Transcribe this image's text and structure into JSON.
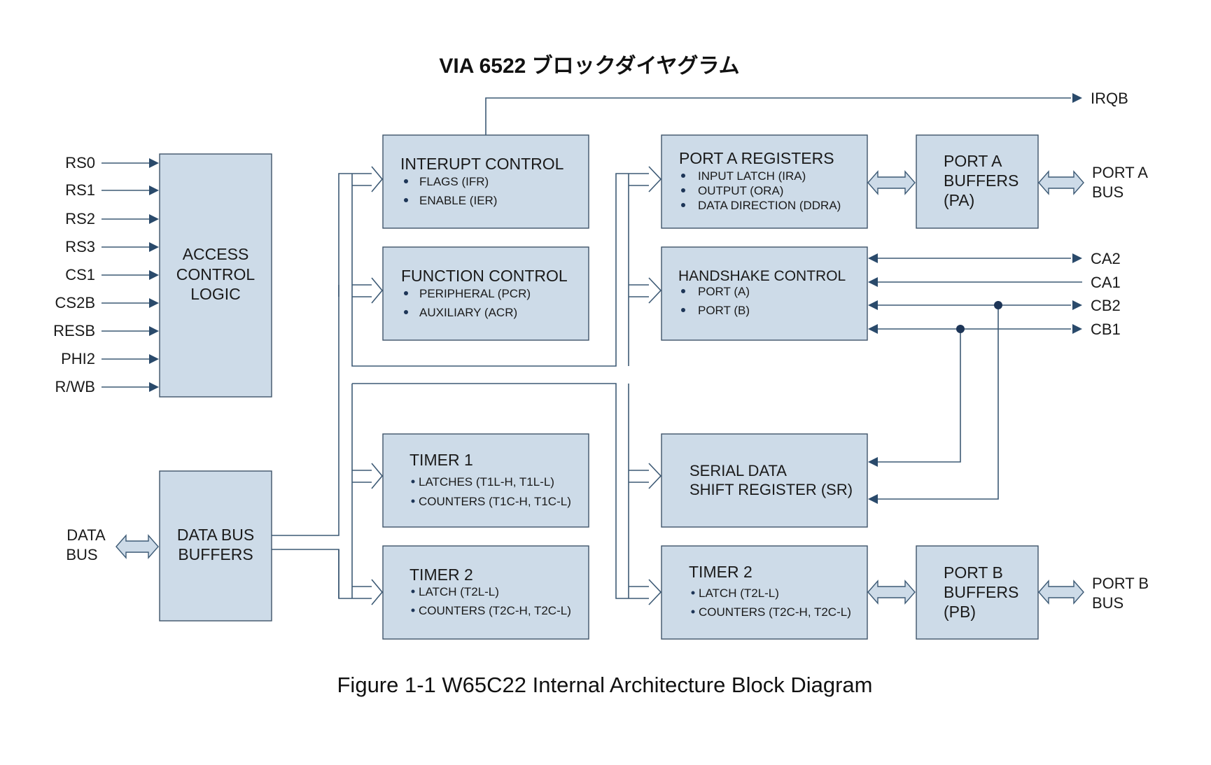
{
  "title": "VIA 6522 ブロックダイヤグラム",
  "caption": "Figure 1-1  W65C22 Internal Architecture Block Diagram",
  "colors": {
    "box_fill": "#cddbe8",
    "box_stroke": "#3f5469",
    "wire": "#3d5a75",
    "dot": "#1d3557"
  },
  "access_control": {
    "lines": [
      "ACCESS",
      "CONTROL",
      "LOGIC"
    ],
    "inputs": [
      "RS0",
      "RS1",
      "RS2",
      "RS3",
      "CS1",
      "CS2B",
      "RESB",
      "PHI2",
      "R/WB"
    ]
  },
  "data_bus_buffers": {
    "lines": [
      "DATA BUS",
      "BUFFERS"
    ],
    "bus_label": [
      "DATA",
      "BUS"
    ]
  },
  "interrupt_control": {
    "title": "INTERUPT CONTROL",
    "items": [
      "FLAGS (IFR)",
      "ENABLE (IER)"
    ],
    "output": "IRQB"
  },
  "function_control": {
    "title": "FUNCTION CONTROL",
    "items": [
      "PERIPHERAL (PCR)",
      "AUXILIARY (ACR)"
    ]
  },
  "timer1": {
    "title": "TIMER 1",
    "items": [
      "LATCHES (T1L-H, T1L-L)",
      "COUNTERS (T1C-H, T1C-L)"
    ]
  },
  "timer2_left": {
    "title": "TIMER 2",
    "items": [
      "LATCH (T2L-L)",
      "COUNTERS (T2C-H, T2C-L)"
    ]
  },
  "port_a_registers": {
    "title": "PORT A REGISTERS",
    "items": [
      "INPUT LATCH (IRA)",
      "OUTPUT (ORA)",
      "DATA DIRECTION (DDRA)"
    ]
  },
  "handshake_control": {
    "title": "HANDSHAKE CONTROL",
    "items": [
      "PORT (A)",
      "PORT (B)"
    ],
    "signals": [
      "CA2",
      "CA1",
      "CB2",
      "CB1"
    ]
  },
  "serial_data": {
    "lines": [
      "SERIAL DATA",
      "SHIFT REGISTER (SR)"
    ]
  },
  "timer2_right": {
    "title": "TIMER 2",
    "items": [
      "LATCH (T2L-L)",
      "COUNTERS (T2C-H, T2C-L)"
    ]
  },
  "port_a_buffers": {
    "lines": [
      "PORT A",
      "BUFFERS",
      "(PA)"
    ],
    "bus_label": [
      "PORT A",
      "BUS"
    ]
  },
  "port_b_buffers": {
    "lines": [
      "PORT B",
      "BUFFERS",
      "(PB)"
    ],
    "bus_label": [
      "PORT B",
      "BUS"
    ]
  }
}
